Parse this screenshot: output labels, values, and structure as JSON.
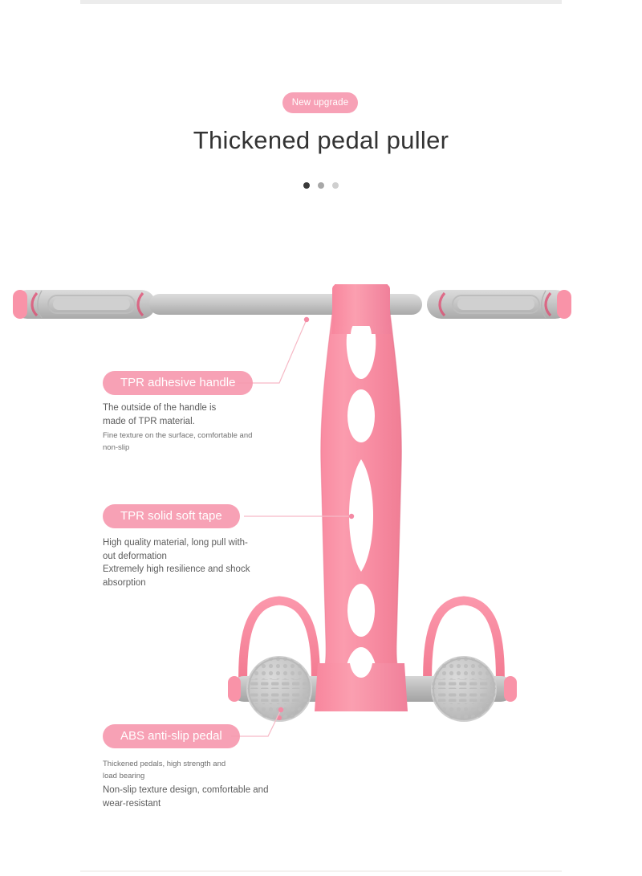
{
  "header": {
    "badge": "New upgrade",
    "title": "Thickened pedal puller",
    "dots": [
      {
        "name": "dot-active",
        "color": "#3a3a3a"
      },
      {
        "name": "dot-second",
        "color": "#a8a8a8"
      },
      {
        "name": "dot-third",
        "color": "#cfcfcf"
      }
    ]
  },
  "colors": {
    "pink": "#f79ab0",
    "pink_strong": "#f98ca6",
    "pink_band": "#f98a9e",
    "grey": "#c9c9c9",
    "grey_dark": "#b3b3b3",
    "title": "#333333",
    "rule": "#ececec",
    "connector": "#f6b9c6"
  },
  "features": [
    {
      "label": "TPR adhesive handle",
      "lines_primary": [
        "The outside of the handle is",
        "made of TPR material."
      ],
      "lines_secondary": [
        "Fine texture on the surface, comfortable and",
        "non-slip"
      ]
    },
    {
      "label": "TPR solid soft tape",
      "lines_primary": [
        "High quality material, long pull with-",
        "out deformation"
      ],
      "lines_secondary": [
        "Extremely high resilience and shock",
        "absorption"
      ]
    },
    {
      "label": "ABS anti-slip pedal",
      "lines_primary": [
        "Thickened pedals, high strength and",
        "load bearing"
      ],
      "lines_secondary": [
        "Non-slip texture design, comfortable and",
        "wear-resistant"
      ]
    }
  ],
  "product": {
    "name": "pedal-puller-illustration",
    "parts": [
      "handle-bar-left-grip",
      "handle-bar-right-grip",
      "handle-center-pink-wrap",
      "elastic-band",
      "left-pedal-disc",
      "right-pedal-disc",
      "left-foot-loop",
      "right-foot-loop",
      "pedal-axle-bar"
    ]
  }
}
